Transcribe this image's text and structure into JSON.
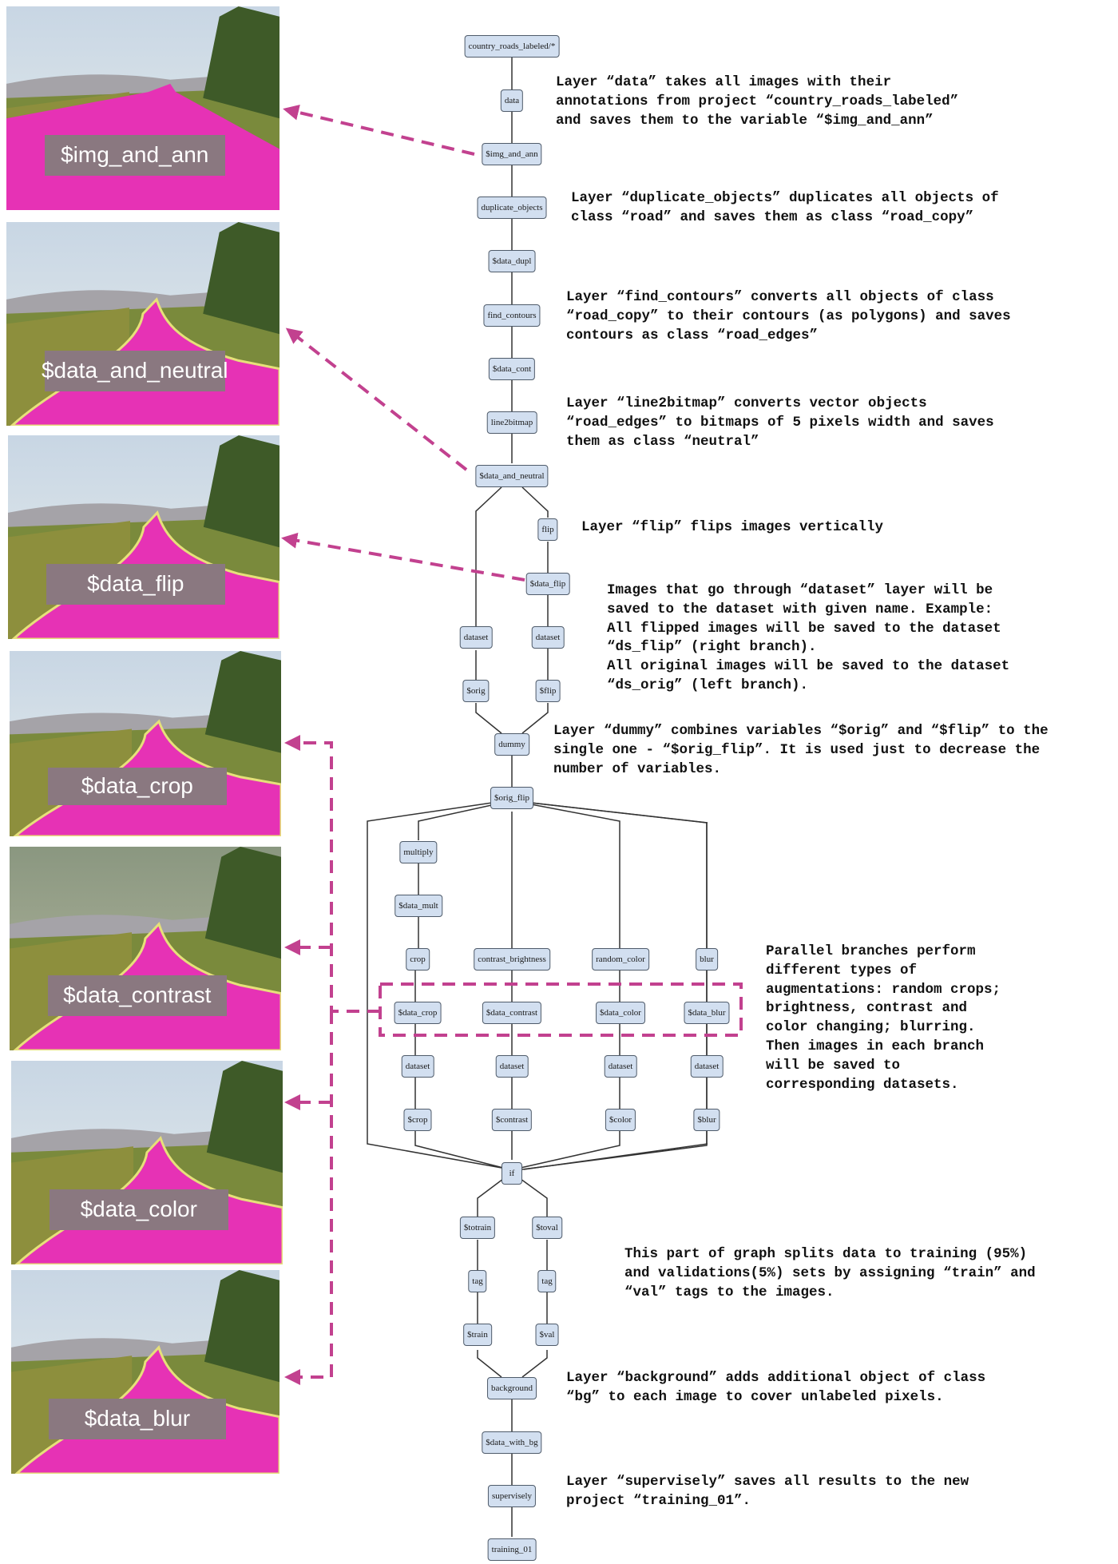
{
  "thumbnails": [
    {
      "label": "$img_and_ann",
      "variant": "wide"
    },
    {
      "label": "$data_and_neutral",
      "variant": "edge"
    },
    {
      "label": "$data_flip",
      "variant": "flip"
    },
    {
      "label": "$data_crop",
      "variant": "crop"
    },
    {
      "label": "$data_contrast",
      "variant": "contrast"
    },
    {
      "label": "$data_color",
      "variant": "edge"
    },
    {
      "label": "$data_blur",
      "variant": "blur"
    }
  ],
  "nodes": {
    "country_roads_labeled": "country_roads_labeled/*",
    "data": "data",
    "img_and_ann": "$img_and_ann",
    "duplicate_objects": "duplicate_objects",
    "data_dupl": "$data_dupl",
    "find_contours": "find_contours",
    "data_cont": "$data_cont",
    "line2bitmap": "line2bitmap",
    "data_and_neutral": "$data_and_neutral",
    "flip": "flip",
    "data_flip": "$data_flip",
    "dataset_left": "dataset",
    "dataset_right": "dataset",
    "orig": "$orig",
    "flip_var": "$flip",
    "dummy": "dummy",
    "orig_flip": "$orig_flip",
    "multiply": "multiply",
    "data_mult": "$data_mult",
    "crop": "crop",
    "contrast_brightness": "contrast_brightness",
    "random_color": "random_color",
    "blur": "blur",
    "data_crop": "$data_crop",
    "data_contrast": "$data_contrast",
    "data_color": "$data_color",
    "data_blur": "$data_blur",
    "dataset_crop": "dataset",
    "dataset_contrast": "dataset",
    "dataset_color": "dataset",
    "dataset_blur": "dataset",
    "crop_var": "$crop",
    "contrast_var": "$contrast",
    "color_var": "$color",
    "blur_var": "$blur",
    "if": "if",
    "totrain": "$totrain",
    "toval": "$toval",
    "tag_left": "tag",
    "tag_right": "tag",
    "train": "$train",
    "val": "$val",
    "background": "background",
    "data_with_bg": "$data_with_bg",
    "supervisely": "supervisely",
    "training_01": "training_01"
  },
  "annotations": {
    "data": "Layer “data” takes all images with their\nannotations from project “country_roads_labeled”\nand saves them to the variable “$img_and_ann”",
    "duplicate": "Layer “duplicate_objects” duplicates all objects of\nclass “road” and saves them as class “road_copy”",
    "find_contours": "Layer “find_contours” converts all objects of class\n“road_copy” to their contours (as polygons) and saves\ncontours as class “road_edges”",
    "line2bitmap": "Layer “line2bitmap” converts vector objects\n“road_edges” to bitmaps of 5 pixels width and saves\nthem as class “neutral”",
    "flip": "Layer “flip” flips images vertically",
    "dataset": "Images that go through “dataset” layer will be\nsaved to the dataset with given name. Example:\nAll flipped images will be saved to the dataset\n“ds_flip” (right branch).\nAll original images will be saved to the dataset\n“ds_orig” (left branch).",
    "dummy": "Layer “dummy” combines variables “$orig” and “$flip” to the\nsingle one - “$orig_flip”. It is used just to decrease the\nnumber of variables.",
    "parallel": "Parallel branches perform\ndifferent types of\naugmentations: random crops;\nbrightness, contrast and\ncolor changing; blurring.\nThen images in each branch\nwill be saved to\ncorresponding datasets.",
    "split": "This part of graph splits data to training (95%)\nand validations(5%) sets by assigning “train” and\n“val” tags to the images.",
    "background": "Layer “background” adds additional object of class\n“bg” to each image to cover unlabeled pixels.",
    "supervisely": "Layer “supervisely” saves all results to the new\nproject “training_01”."
  },
  "colors": {
    "arrow": "#c2418f",
    "mask": "#e632b5",
    "edge": "#e6e07a",
    "node_fill": "#d2dff0",
    "node_border": "#4f5b6a",
    "label_bg": "#8a7880"
  }
}
